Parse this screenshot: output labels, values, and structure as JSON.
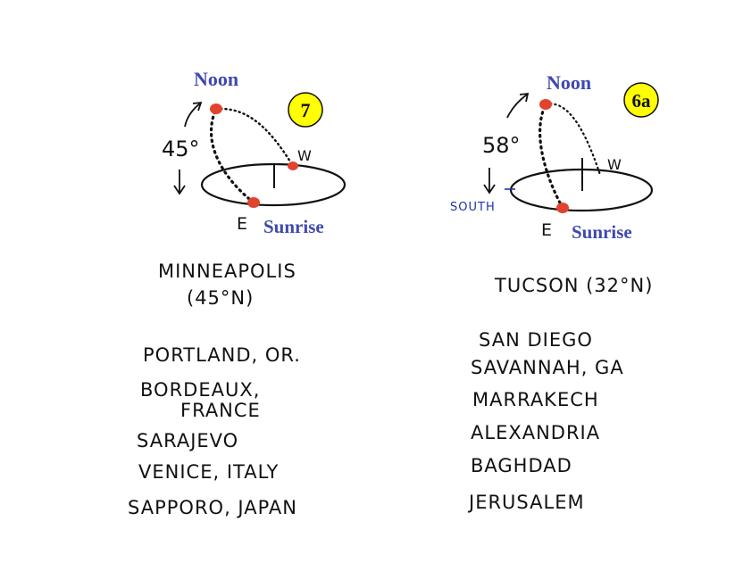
{
  "colors": {
    "ink": "#111111",
    "label_blue": "#3f48b0",
    "badge_yellow": "#ffff00",
    "sun_red": "#e0442e",
    "south_blue": "#2233aa"
  },
  "left_panel": {
    "badge": "7",
    "noon_label": "Noon",
    "sunrise_label": "Sunrise",
    "angle_label": "45°",
    "east_label": "E",
    "west_label": "W",
    "city_line1": "MINNEAPOLIS",
    "city_line2": "(45°N)",
    "similar_cities": [
      "PORTLAND, OR.",
      "BORDEAUX,",
      "FRANCE",
      "SARAJEVO",
      "VENICE, ITALY",
      "SAPPORO, JAPAN"
    ]
  },
  "right_panel": {
    "badge": "6a",
    "noon_label": "Noon",
    "sunrise_label": "Sunrise",
    "angle_label": "58°",
    "east_label": "E",
    "west_label": "W",
    "south_label": "SOUTH",
    "city_line1": "TUCSON (32°N)",
    "similar_cities": [
      "SAN DIEGO",
      "SAVANNAH, GA",
      "MARRAKECH",
      "ALEXANDRIA",
      "BAGHDAD",
      "JERUSALEM"
    ]
  }
}
